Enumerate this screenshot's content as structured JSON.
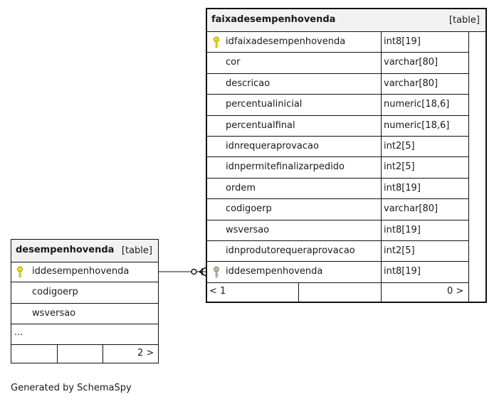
{
  "tables": {
    "faixa": {
      "name": "faixadesempenhovenda",
      "type_label": "[table]",
      "columns": [
        {
          "name": "idfaixadesempenhovenda",
          "type": "int8[19]",
          "key": "primary"
        },
        {
          "name": "cor",
          "type": "varchar[80]",
          "key": "none"
        },
        {
          "name": "descricao",
          "type": "varchar[80]",
          "key": "none"
        },
        {
          "name": "percentualinicial",
          "type": "numeric[18,6]",
          "key": "none"
        },
        {
          "name": "percentualfinal",
          "type": "numeric[18,6]",
          "key": "none"
        },
        {
          "name": "idnrequeraprovacao",
          "type": "int2[5]",
          "key": "none"
        },
        {
          "name": "idnpermitefinalizarpedido",
          "type": "int2[5]",
          "key": "none"
        },
        {
          "name": "ordem",
          "type": "int8[19]",
          "key": "none"
        },
        {
          "name": "codigoerp",
          "type": "varchar[80]",
          "key": "none"
        },
        {
          "name": "wsversao",
          "type": "int8[19]",
          "key": "none"
        },
        {
          "name": "idnprodutorequeraprovacao",
          "type": "int2[5]",
          "key": "none"
        },
        {
          "name": "iddesempenhovenda",
          "type": "int8[19]",
          "key": "foreign"
        }
      ],
      "footer_left": "< 1",
      "footer_right": "0 >"
    },
    "desempenho": {
      "name": "desempenhovenda",
      "type_label": "[table]",
      "columns": [
        {
          "name": "iddesempenhovenda",
          "key": "primary"
        },
        {
          "name": "codigoerp",
          "key": "none"
        },
        {
          "name": "wsversao",
          "key": "none"
        }
      ],
      "more": "...",
      "footer_right": "2 >"
    }
  },
  "relationship": {
    "from": "desempenhovenda.iddesempenhovenda",
    "to": "faixadesempenhovenda.iddesempenhovenda"
  },
  "credit": "Generated by SchemaSpy",
  "colors": {
    "primary_key": "#f2e200",
    "foreign_key": "#b8b8b8",
    "header_bg": "#f2f2f2",
    "border": "#111111"
  }
}
